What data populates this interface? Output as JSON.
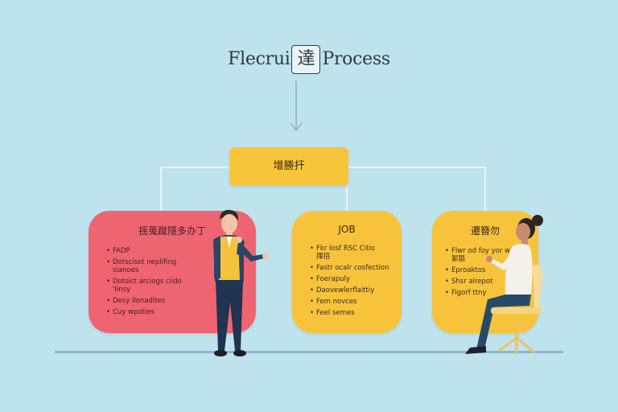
{
  "title": {
    "prefix": "Flecrui",
    "mark": "達",
    "suffix": "Process"
  },
  "top_box": {
    "label": "增勝扞"
  },
  "cards": [
    {
      "title": "揺蒐蹴隱多办丁",
      "items": [
        "FADP",
        "Dotsciset neplifing\nsianoes",
        "Dotsict arciogs ciido\n'Iinsy",
        "Desy ilonadites",
        "Cuy wpoties"
      ]
    },
    {
      "title": "JOB",
      "items": [
        "Fkr Iosf RSC Citio\n揮招",
        "Fastr ocalr cosfection",
        "Foerapuly",
        "Daovewlerflaittiy",
        "Fem novces",
        "Feel semes"
      ]
    },
    {
      "title": "遷簪勿",
      "items": [
        "Flwr od foy yor wits\n絮猖",
        "Eproaktos",
        "Shsr alrepot",
        "Figorf ttny"
      ]
    }
  ],
  "colors": {
    "background": "#bfe3ec",
    "red": "#ef6471",
    "yellow": "#f7c33a",
    "connector": "#ffffff"
  },
  "icons": [
    "presenter-figure",
    "seated-woman-figure",
    "down-arrow-icon"
  ]
}
